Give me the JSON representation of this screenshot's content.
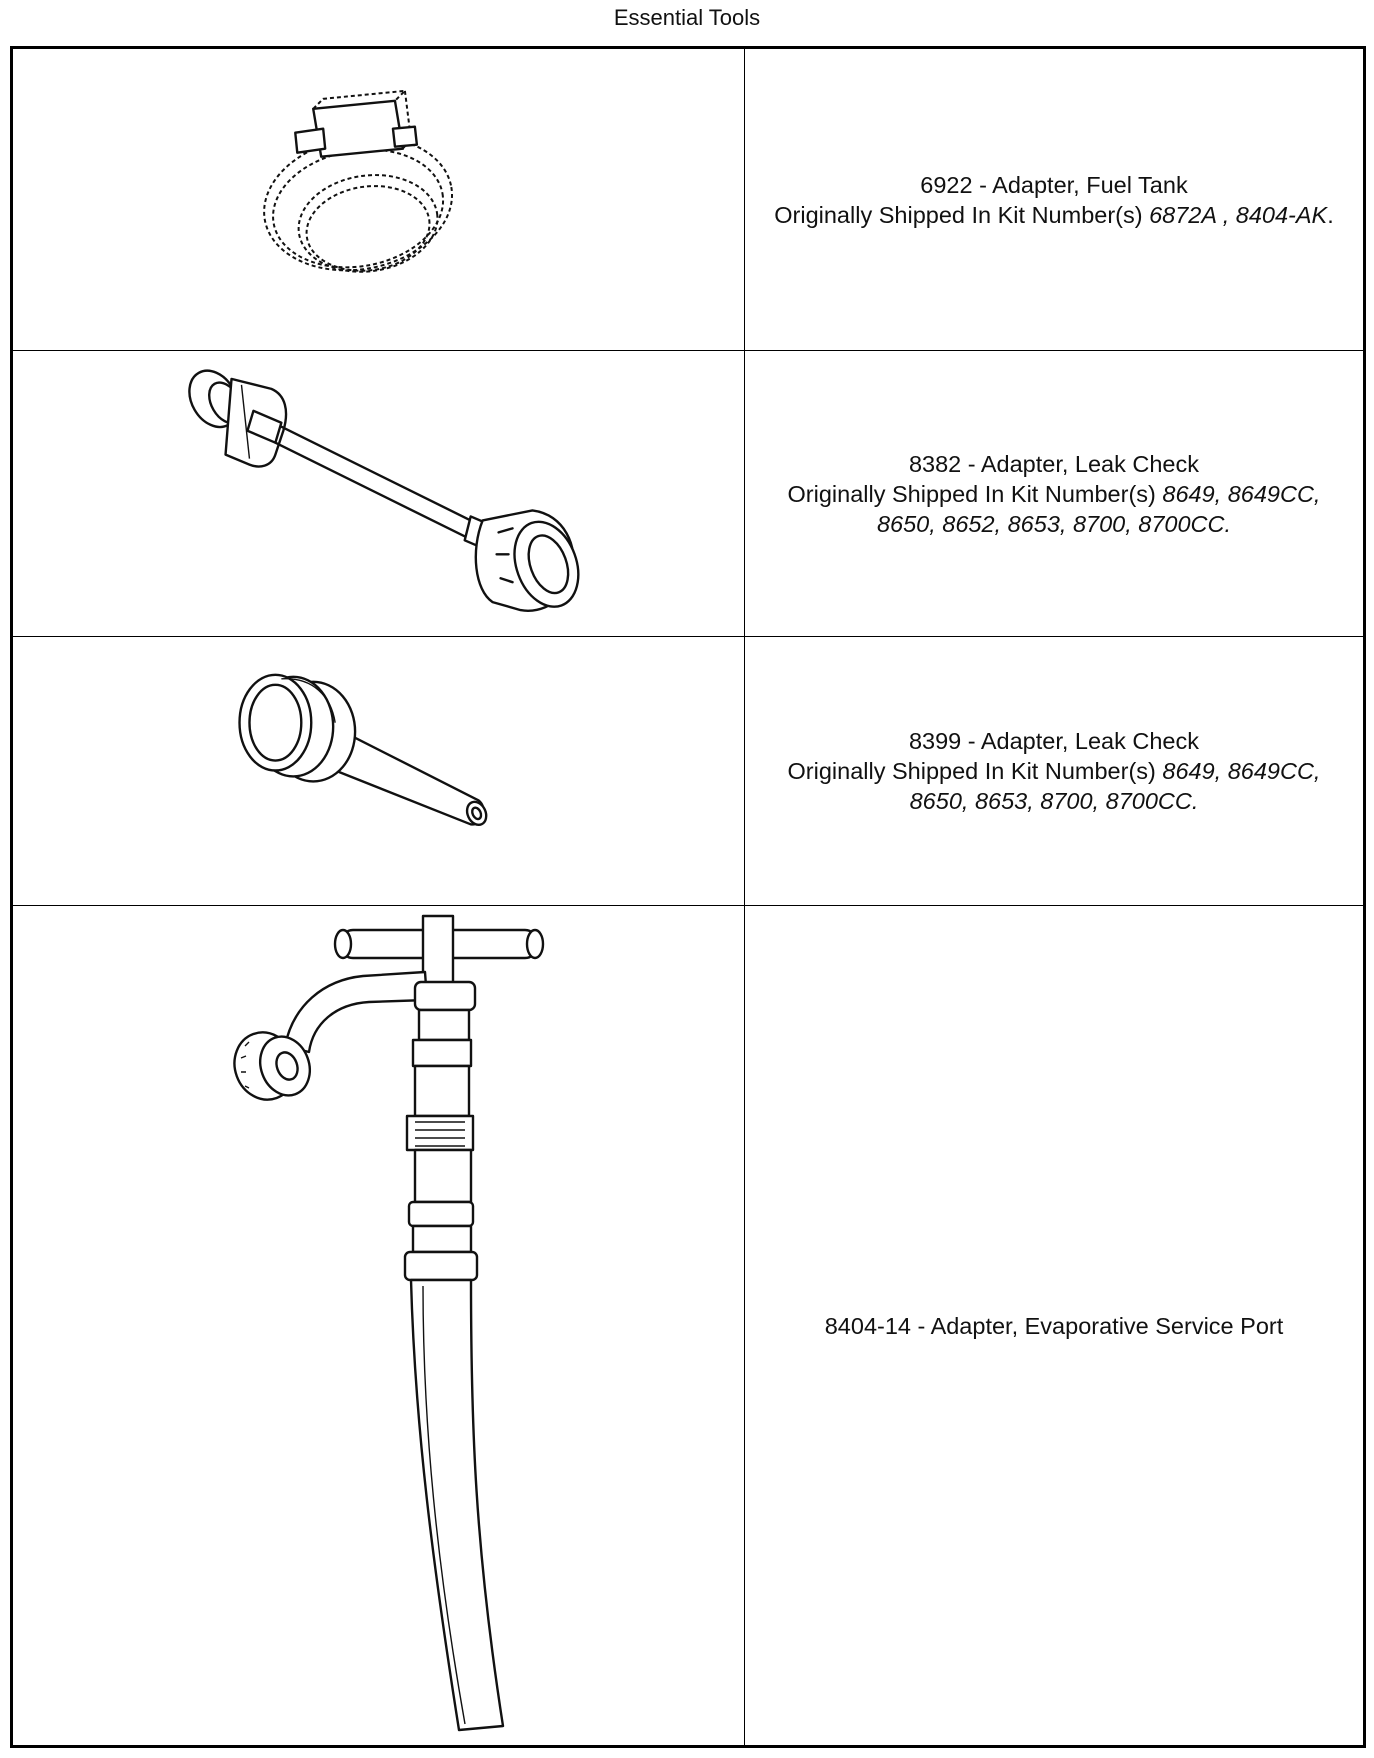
{
  "document": {
    "title": "Essential Tools"
  },
  "tools": [
    {
      "id_name": "6922 - Adapter, Fuel Tank",
      "kit_prefix": "Originally Shipped In Kit Number(s) ",
      "kit_numbers": "6872A , 8404-AK",
      "kit_suffix": ".",
      "image_icon": "fuel-tank-adapter-illustration"
    },
    {
      "id_name": "8382 - Adapter, Leak Check",
      "kit_prefix": "Originally Shipped In Kit Number(s) ",
      "kit_numbers_line1": "8649, 8649CC,",
      "kit_numbers_line2": "8650, 8652, 8653, 8700, 8700CC.",
      "image_icon": "leak-check-adapter-8382-illustration"
    },
    {
      "id_name": "8399 - Adapter, Leak Check",
      "kit_prefix": "Originally Shipped In Kit Number(s) ",
      "kit_numbers_line1": "8649, 8649CC,",
      "kit_numbers_line2": "8650, 8653, 8700, 8700CC.",
      "image_icon": "leak-check-adapter-8399-illustration"
    },
    {
      "id_name": "8404-14 - Adapter, Evaporative Service Port",
      "image_icon": "evaporative-service-port-adapter-illustration"
    }
  ]
}
